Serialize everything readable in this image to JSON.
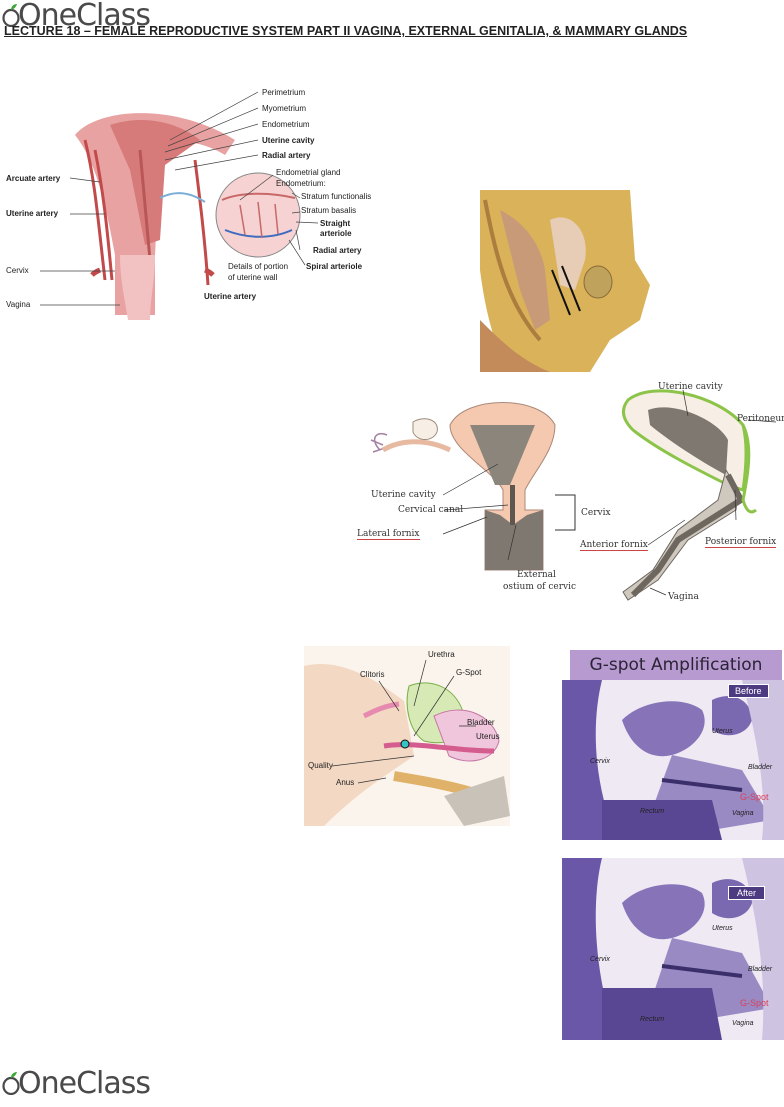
{
  "logo": {
    "text": "OneClass"
  },
  "heading": "LECTURE 18 – FEMALE REPRODUCTIVE SYSTEM PART II VAGINA, EXTERNAL GENITALIA, & MAMMARY GLANDS",
  "fig1": {
    "perimetrium": "Perimetrium",
    "myometrium": "Myometrium",
    "endometrium": "Endometrium",
    "uterine_cavity": "Uterine cavity",
    "radial_artery": "Radial artery",
    "arcuate_artery": "Arcuate artery",
    "uterine_artery_left": "Uterine artery",
    "cervix": "Cervix",
    "vagina": "Vagina",
    "endometrial_gland": "Endometrial gland",
    "endometrium_colon": "Endometrium:",
    "stratum_functionalis": "Stratum functionalis",
    "stratum_basalis": "Stratum basalis",
    "straight_arteriole_1": "Straight",
    "straight_arteriole_2": "arteriole",
    "radial_artery_2": "Radial artery",
    "spiral_arteriole": "Spiral arteriole",
    "details_1": "Details of portion",
    "details_2": "of uterine wall",
    "uterine_artery_bottom": "Uterine artery"
  },
  "fig3": {
    "uterine_cavity": "Uterine cavity",
    "cervical_canal": "Cervical canal",
    "lateral_fornix": "Lateral fornix",
    "cervix": "Cervix",
    "external_1": "External",
    "external_2": "ostium of cervic"
  },
  "fig4": {
    "uterine_cavity": "Uterine cavity",
    "peritoneum": "Peritoneum",
    "anterior_fornix": "Anterior fornix",
    "posterior_fornix": "Posterior fornix",
    "vagina": "Vagina"
  },
  "fig5": {
    "urethra": "Urethra",
    "gspot": "G-Spot",
    "clitoris": "Clitoris",
    "bladder": "Bladder",
    "uterus": "Uterus",
    "quality": "Quality",
    "anus": "Anus"
  },
  "fig6": {
    "title": "G-spot Amplification",
    "before": "Before",
    "after": "After",
    "uterus": "Uterus",
    "cervix": "Cervix",
    "bladder": "Bladder",
    "gspot": "G-Spot",
    "rectum": "Rectum",
    "vagina": "Vagina"
  }
}
